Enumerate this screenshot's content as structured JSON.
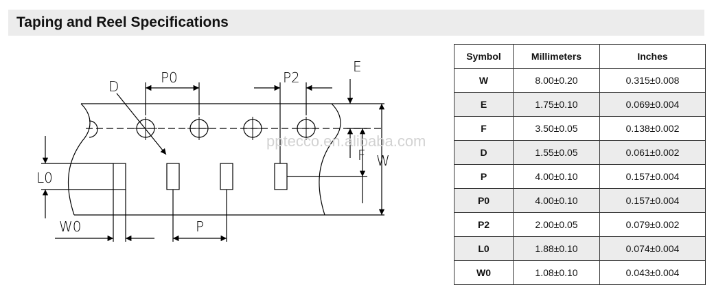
{
  "title": "Taping and Reel Specifications",
  "diagram": {
    "labels": {
      "d": "D",
      "p0": "P0",
      "p2": "P2",
      "e": "E",
      "f": "F",
      "w": "W",
      "l0": "L0",
      "w0": "W0",
      "p": "P"
    },
    "watermark": "pptecco.en.alibaba.com"
  },
  "table": {
    "headers": [
      "Symbol",
      "Millimeters",
      "Inches"
    ],
    "rows": [
      [
        "W",
        "8.00±0.20",
        "0.315±0.008"
      ],
      [
        "E",
        "1.75±0.10",
        "0.069±0.004"
      ],
      [
        "F",
        "3.50±0.05",
        "0.138±0.002"
      ],
      [
        "D",
        "1.55±0.05",
        "0.061±0.002"
      ],
      [
        "P",
        "4.00±0.10",
        "0.157±0.004"
      ],
      [
        "P0",
        "4.00±0.10",
        "0.157±0.004"
      ],
      [
        "P2",
        "2.00±0.05",
        "0.079±0.002"
      ],
      [
        "L0",
        "1.88±0.10",
        "0.074±0.004"
      ],
      [
        "W0",
        "1.08±0.10",
        "0.043±0.004"
      ]
    ]
  }
}
